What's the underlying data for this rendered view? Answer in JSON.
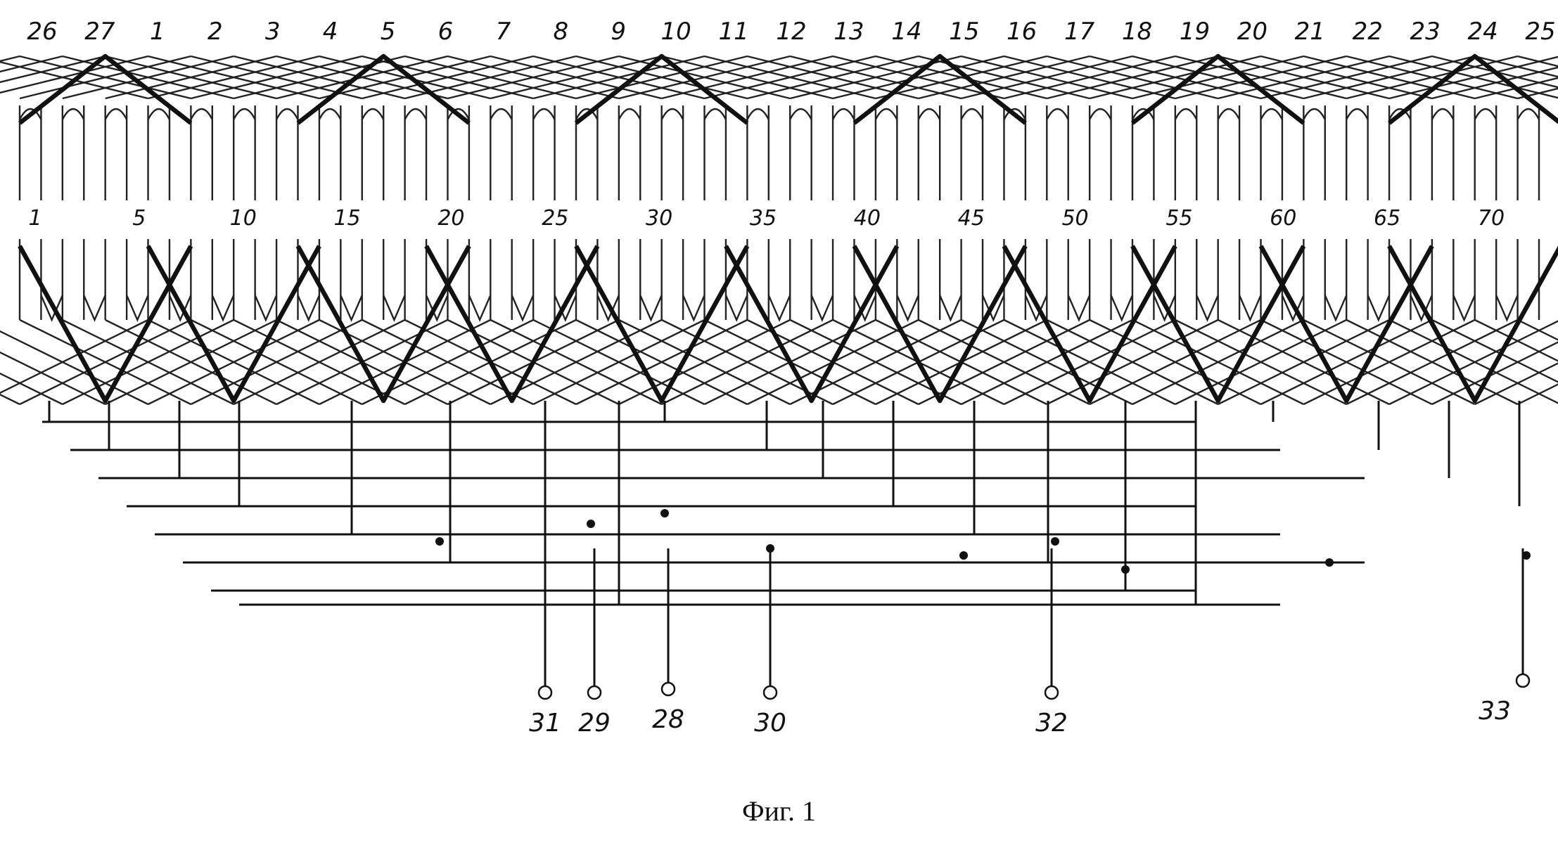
{
  "top_labels": [
    "26",
    "27",
    "1",
    "2",
    "3",
    "4",
    "5",
    "6",
    "7",
    "8",
    "9",
    "10",
    "11",
    "12",
    "13",
    "14",
    "15",
    "16",
    "17",
    "18",
    "19",
    "20",
    "21",
    "22",
    "23",
    "24",
    "25"
  ],
  "slot_labels": [
    "1",
    "5",
    "10",
    "15",
    "20",
    "25",
    "30",
    "35",
    "40",
    "45",
    "50",
    "55",
    "60",
    "65",
    "70"
  ],
  "terminals": [
    "31",
    "29",
    "28",
    "30",
    "32",
    "33"
  ],
  "caption": "Фиг. 1"
}
